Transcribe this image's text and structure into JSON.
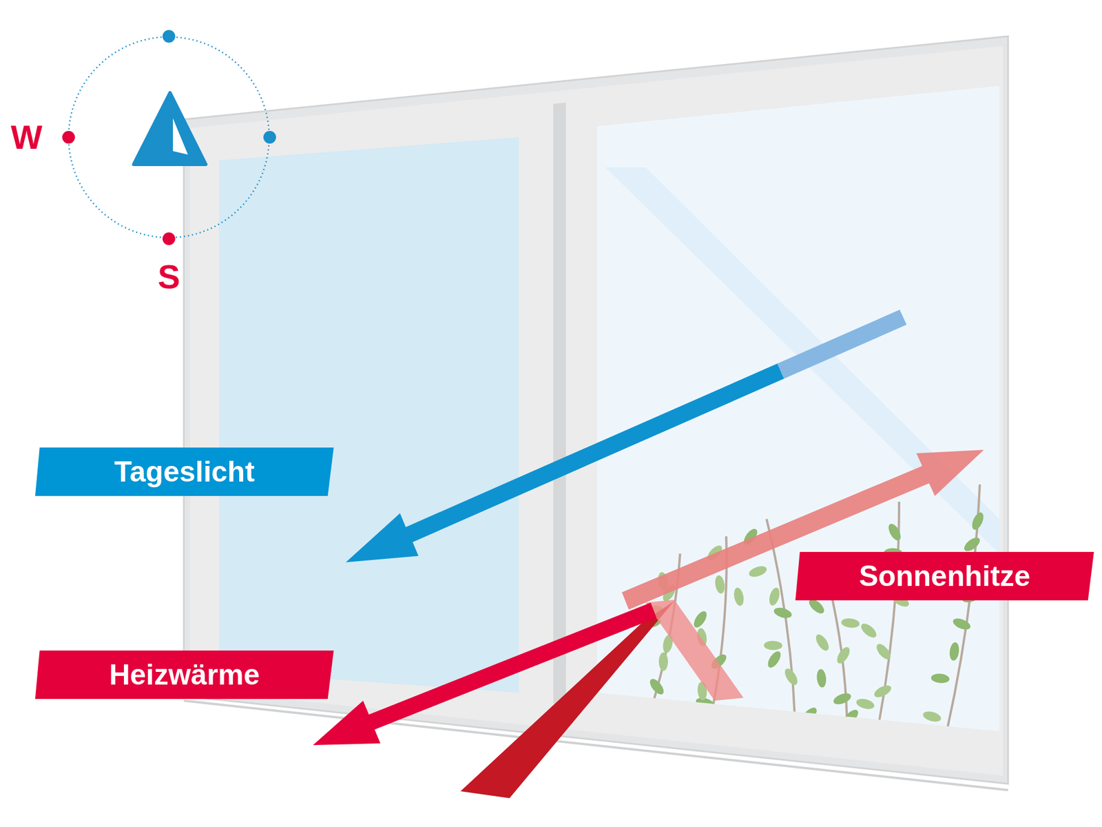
{
  "diagram": {
    "nodes": [
      {
        "text": [
          "Tageslicht"
        ]
      },
      {
        "text": [
          "Sonnenhitze"
        ]
      },
      {
        "text": [
          "Heizwärme"
        ]
      }
    ],
    "labels": [
      "W",
      "S"
    ]
  }
}
